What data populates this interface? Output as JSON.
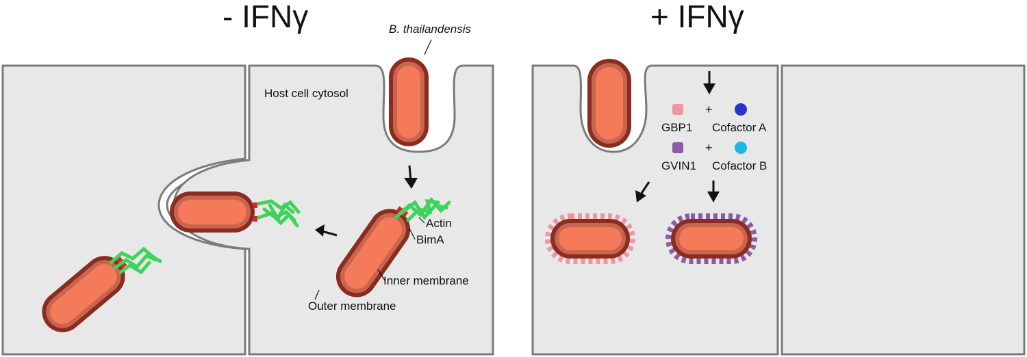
{
  "panels": {
    "left_title": "- IFNγ",
    "right_title": "+ IFNγ"
  },
  "labels": {
    "bacterium": "B. thailandensis",
    "cytosol": "Host cell cytosol",
    "actin": "Actin",
    "bima": "BimA",
    "inner_membrane": "Inner membrane",
    "outer_membrane": "Outer membrane",
    "gbp1": "GBP1",
    "cofactor_a": "Cofactor A",
    "gvin1": "GVIN1",
    "cofactor_b": "Cofactor B",
    "plus_1": "+",
    "plus_2": "+"
  },
  "colors": {
    "cell_fill": "#e8e8e8",
    "cell_border": "#7a7a7a",
    "bacterium_outer": "#8a2c1f",
    "bacterium_inner": "#f47a5a",
    "actin": "#3ed35a",
    "bima": "#d8232a",
    "gbp1": "#ef95a0",
    "gvin1": "#8c5aa6",
    "cofactor_a": "#2b31c9",
    "cofactor_b": "#1fb7e8"
  }
}
